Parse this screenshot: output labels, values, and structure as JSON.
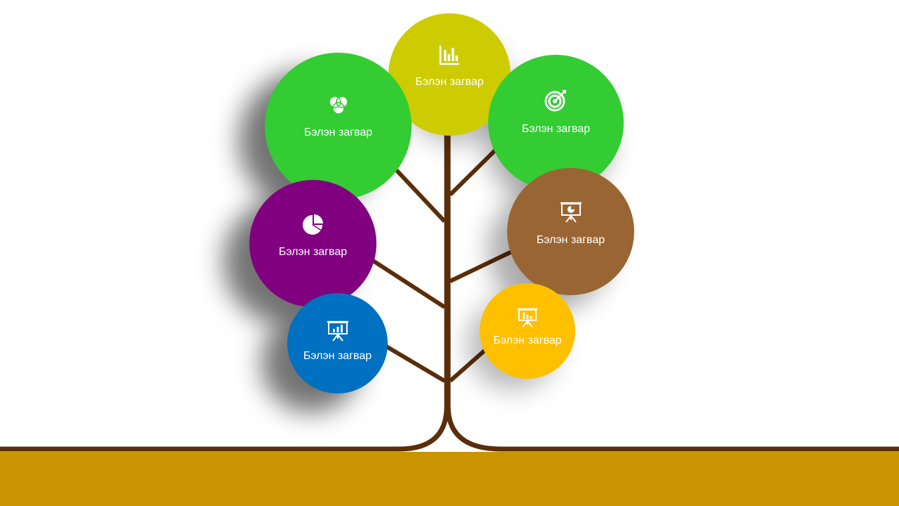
{
  "colors": {
    "ground": "#c89500",
    "trunk": "#5a2e0a",
    "background": "#ffffff"
  },
  "nodes": [
    {
      "label": "Бэлэн загвар",
      "color": "#cccc00",
      "icon": "bar-chart-icon"
    },
    {
      "label": "Бэлэн загвар",
      "color": "#33cc33",
      "icon": "venn-diagram-icon"
    },
    {
      "label": "Бэлэн загвар",
      "color": "#33cc33",
      "icon": "target-icon"
    },
    {
      "label": "Бэлэн загвар",
      "color": "#800080",
      "icon": "pie-chart-icon"
    },
    {
      "label": "Бэлэн загвар",
      "color": "#996633",
      "icon": "presentation-pie-icon"
    },
    {
      "label": "Бэлэн загвар",
      "color": "#0070c0",
      "icon": "presentation-bars-icon"
    },
    {
      "label": "Бэлэн загвар",
      "color": "#ffc000",
      "icon": "presentation-bars-icon"
    }
  ]
}
